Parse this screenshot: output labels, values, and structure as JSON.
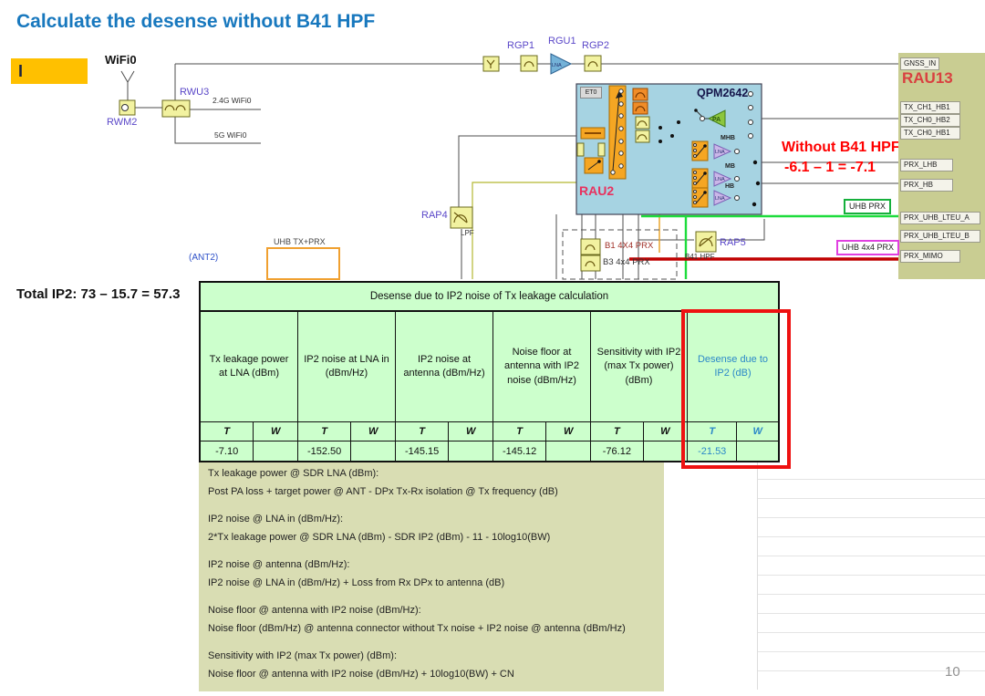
{
  "title": "Calculate the desense without B41 HPF",
  "highlight_marker": "I",
  "total_ip2": "Total IP2: 73 – 15.7 = 57.3",
  "page_number": "10",
  "diagram": {
    "labels": {
      "wifi0": "WiFi0",
      "rwm2": "RWM2",
      "rwu3": "RWU3",
      "wifi_24g": "2.4G WiFi0",
      "wifi_5g": "5G WiFi0",
      "rgp1": "RGP1",
      "rgu1": "RGU1",
      "rgp2": "RGP2",
      "lna": "LNA",
      "et0": "ET0",
      "qpm2642": "QPM2642",
      "pa": "PA",
      "mhb": "MHB",
      "mb": "MB",
      "hb": "HB",
      "rau2": "RAU2",
      "rap4": "RAP4",
      "lpf": "LPF",
      "rap5": "RAP5",
      "b41_hpf": "B41 HPF",
      "b1_4x4_prx": "B1 4X4 PRX",
      "b3_4x4_prx": "B3 4x4 PRX",
      "uhb_tx_prx": "UHB TX+PRX",
      "ant2": "(ANT2)",
      "uhb_prx": "UHB PRX",
      "uhb_4x4_prx": "UHB 4x4 PRX"
    },
    "annotation": {
      "line1": "Without B41 HPF",
      "line2": "-6.1 – 1 = -7.1"
    },
    "rau13": {
      "name": "RAU13",
      "gnss": "GNSS_IN",
      "ports": [
        "TX_CH1_HB1",
        "TX_CH0_HB2",
        "TX_CH0_HB1",
        "PRX_LHB",
        "PRX_HB",
        "PRX_UHB_LTEU_A",
        "PRX_UHB_LTEU_B",
        "PRX_MIMO"
      ]
    }
  },
  "table": {
    "title": "Desense due to IP2 noise of Tx leakage calculation",
    "t_label": "T",
    "w_label": "W",
    "columns": [
      {
        "header": "Tx leakage power at LNA (dBm)",
        "t": "-7.10",
        "w": ""
      },
      {
        "header": "IP2 noise at LNA in (dBm/Hz)",
        "t": "-152.50",
        "w": ""
      },
      {
        "header": "IP2 noise at antenna (dBm/Hz)",
        "t": "-145.15",
        "w": ""
      },
      {
        "header": "Noise floor at antenna with IP2 noise (dBm/Hz)",
        "t": "-145.12",
        "w": ""
      },
      {
        "header": "Sensitivity with IP2 (max Tx power)(dBm)",
        "t": "-76.12",
        "w": ""
      },
      {
        "header": "Desense due to IP2 (dB)",
        "t": "-21.53",
        "w": ""
      }
    ]
  },
  "notes": {
    "lines": [
      "Tx leakage power @ SDR LNA (dBm):",
      "Post PA loss + target power @ ANT - DPx Tx-Rx isolation @ Tx frequency (dB)",
      "",
      "IP2 noise @ LNA in (dBm/Hz):",
      "2*Tx leakage power @ SDR LNA (dBm) - SDR IP2 (dBm) - 11 - 10log10(BW)",
      "",
      "IP2 noise @ antenna (dBm/Hz):",
      "IP2 noise @ LNA in (dBm/Hz) + Loss from Rx DPx to antenna (dB)",
      "",
      "Noise floor @ antenna with IP2 noise (dBm/Hz):",
      "Noise floor (dBm/Hz) @ antenna connector without Tx noise + IP2 noise @ antenna (dBm/Hz)",
      "",
      "Sensitivity with IP2 (max Tx power) (dBm):",
      "Noise floor @ antenna with IP2 noise (dBm/Hz) + 10log10(BW) + CN"
    ]
  },
  "colors": {
    "title_blue": "#1878BE",
    "annotation_red": "#FF0000",
    "table_green": "#CCFFCC",
    "notes_bg": "#D9DDB3",
    "desense_blue": "#2B88C8",
    "highlight_orange": "#FFC000",
    "red_box": "#EE1111",
    "rau13_bg": "#C9CD92",
    "qpm_blue": "#A6D3E2",
    "component_yellow": "#F2F2A0",
    "switch_orange": "#F5A623",
    "pa_green": "#8CC63E",
    "lna_lavender": "#CBB7E8",
    "wire_gray": "#4D4D4D",
    "green_line": "#1DDC3C",
    "red_line": "#C00000",
    "purple_label": "#5A47C8",
    "olive_line": "#B5B832"
  }
}
